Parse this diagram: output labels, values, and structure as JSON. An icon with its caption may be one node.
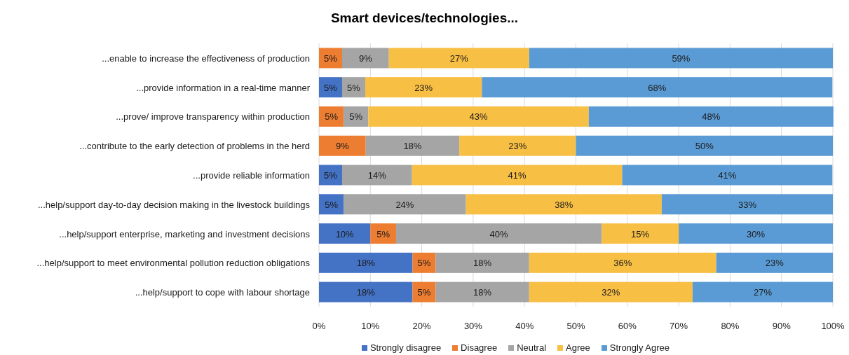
{
  "diagram": {
    "title": "Smart devices/technologies...",
    "chart_data": {
      "type": "bar",
      "orientation": "horizontal",
      "stacked": true,
      "grid": true,
      "legend": "bottom",
      "categories": [
        "...enable to increase the effectiveness of production",
        "...provide information in a real-time manner",
        "...prove/ improve transparency within production",
        "...contribute to the early detection of problems in the herd",
        "...provide reliable information",
        "...help/support day-to-day decision making in the livestock buildings",
        "...help/support enterprise, marketing and investment decisions",
        "...help/support to meet environmental pollution reduction obligations",
        "...help/support to cope with labour shortage"
      ],
      "series": [
        {
          "name": "Strongly disagree",
          "color": "#4472c4",
          "values": [
            null,
            4.5,
            null,
            null,
            4.5,
            4.8,
            10,
            18.2,
            18.2
          ],
          "value_labels": [
            null,
            "5%",
            null,
            null,
            "5%",
            "5%",
            "10%",
            "18%",
            "18%"
          ]
        },
        {
          "name": "Disagree",
          "color": "#ed7d31",
          "values": [
            4.5,
            null,
            4.8,
            9.1,
            null,
            null,
            5,
            4.5,
            4.5
          ],
          "value_labels": [
            "5%",
            null,
            "5%",
            "9%",
            null,
            null,
            "5%",
            "5%",
            "5%"
          ]
        },
        {
          "name": "Neutral",
          "color": "#a5a5a5",
          "values": [
            9.1,
            4.5,
            4.8,
            18.2,
            13.6,
            23.8,
            40,
            18.2,
            18.2
          ],
          "value_labels": [
            "9%",
            "5%",
            "5%",
            "18%",
            "14%",
            "24%",
            "40%",
            "18%",
            "18%"
          ]
        },
        {
          "name": "Agree",
          "color": "#f8bf45",
          "values": [
            27.3,
            22.7,
            42.9,
            22.7,
            40.9,
            38.1,
            15,
            36.4,
            31.8
          ],
          "value_labels": [
            "27%",
            "23%",
            "43%",
            "23%",
            "41%",
            "38%",
            "15%",
            "36%",
            "32%"
          ]
        },
        {
          "name": "Strongly Agree",
          "color": "#5b9bd5",
          "values": [
            59.1,
            68.2,
            47.6,
            50,
            40.9,
            33.3,
            30,
            22.7,
            27.3
          ],
          "value_labels": [
            "59%",
            "68%",
            "48%",
            "50%",
            "41%",
            "33%",
            "30%",
            "23%",
            "27%"
          ]
        }
      ],
      "xlim": [
        0,
        100
      ],
      "xticks": [
        {
          "value": 0,
          "label": "0%"
        },
        {
          "value": 10,
          "label": "10%"
        },
        {
          "value": 20,
          "label": "20%"
        },
        {
          "value": 30,
          "label": "30%"
        },
        {
          "value": 40,
          "label": "40%"
        },
        {
          "value": 50,
          "label": "50%"
        },
        {
          "value": 60,
          "label": "60%"
        },
        {
          "value": 70,
          "label": "70%"
        },
        {
          "value": 80,
          "label": "80%"
        },
        {
          "value": 90,
          "label": "90%"
        },
        {
          "value": 100,
          "label": "100%"
        }
      ]
    }
  }
}
